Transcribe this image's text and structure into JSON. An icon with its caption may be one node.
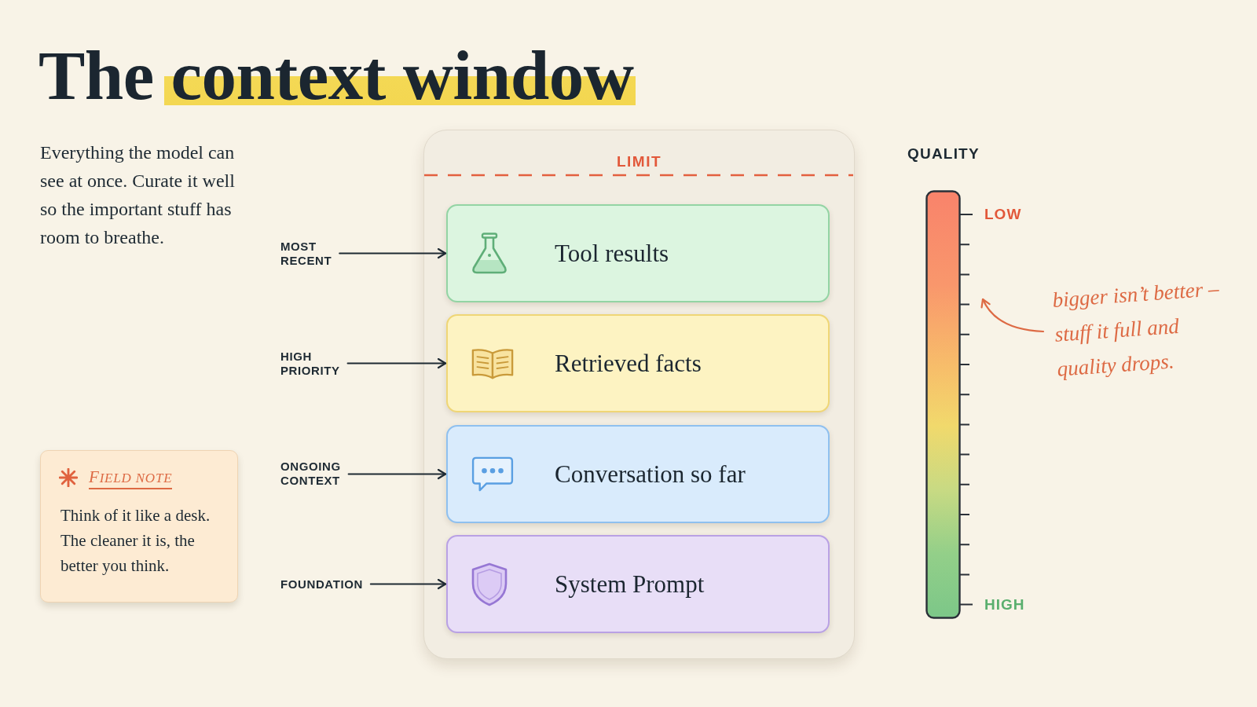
{
  "diagram": {
    "title": "The context window",
    "nodes": [
      {
        "text": [
          "LIMIT"
        ]
      },
      {
        "text": [
          "MOST RECENT"
        ]
      },
      {
        "text": [
          "Tool results"
        ],
        "in": 0
      },
      {
        "text": [
          "HIGH PRIORITY"
        ]
      },
      {
        "text": [
          "Retrieved facts"
        ],
        "in": 0
      },
      {
        "text": [
          "ONGOING CONTEXT"
        ]
      },
      {
        "text": [
          "Conversation so far"
        ],
        "in": 0
      },
      {
        "text": [
          "FOUNDATION"
        ]
      },
      {
        "text": [
          "System Prompt"
        ],
        "in": 0
      },
      {
        "text": [
          "QUALITY"
        ],
        "beside": [
          "LOW",
          "HIGH"
        ]
      },
      {
        "text": [
          "bigger isn’t better – stuff it full and quality drops."
        ]
      },
      {
        "text": [
          "FIELD NOTE",
          "Think of it like a desk. The cleaner it is, the better you think."
        ]
      }
    ],
    "edges": [
      {
        "from": 1,
        "to": 2,
        "arrow": "to"
      },
      {
        "from": 3,
        "to": 4,
        "arrow": "to"
      },
      {
        "from": 5,
        "to": 6,
        "arrow": "to"
      },
      {
        "from": 7,
        "to": 8,
        "arrow": "to"
      },
      {
        "from": 10,
        "to": 9,
        "arrow": "to",
        "color": "#dd6a44"
      }
    ],
    "labels": [
      "Everything the model can see at once. Curate it well so the important stuff has room to breathe."
    ]
  }
}
